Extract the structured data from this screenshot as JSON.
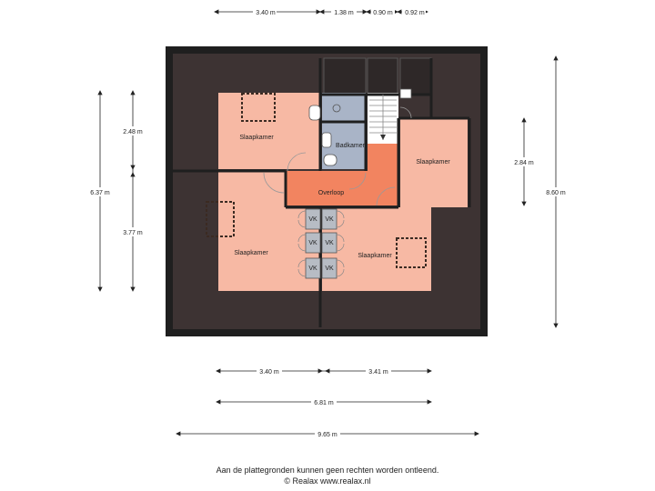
{
  "rooms": {
    "bedroom_top_left": "Slaapkamer",
    "bathroom": "Badkamer",
    "bedroom_right": "Slaapkamer",
    "landing": "Overloop",
    "bedroom_bottom_left": "Slaapkamer",
    "bedroom_bottom_right": "Slaapkamer"
  },
  "storage_label": "VK",
  "dimensions": {
    "top": [
      "3.40 m",
      "1.38 m",
      "0.90 m",
      "0.92 m"
    ],
    "left": [
      "2.48 m",
      "6.37 m",
      "3.77 m"
    ],
    "right": [
      "2.84 m",
      "8.60 m"
    ],
    "bottom_row1": [
      "3.40 m",
      "3.41 m"
    ],
    "bottom_row2": "6.81 m",
    "bottom_row3": "9.65 m"
  },
  "footer": {
    "disclaimer": "Aan de plattegronden kunnen geen rechten worden ontleend.",
    "copyright": "© Realax www.realax.nl"
  },
  "colors": {
    "roof": "#3d3333",
    "wall": "#1f1f1f",
    "bedroom": "#f7b9a4",
    "bathroom": "#a9b4c7",
    "landing": "#f28460",
    "storage": "#b7bcc4",
    "stair": "#ffffff"
  }
}
